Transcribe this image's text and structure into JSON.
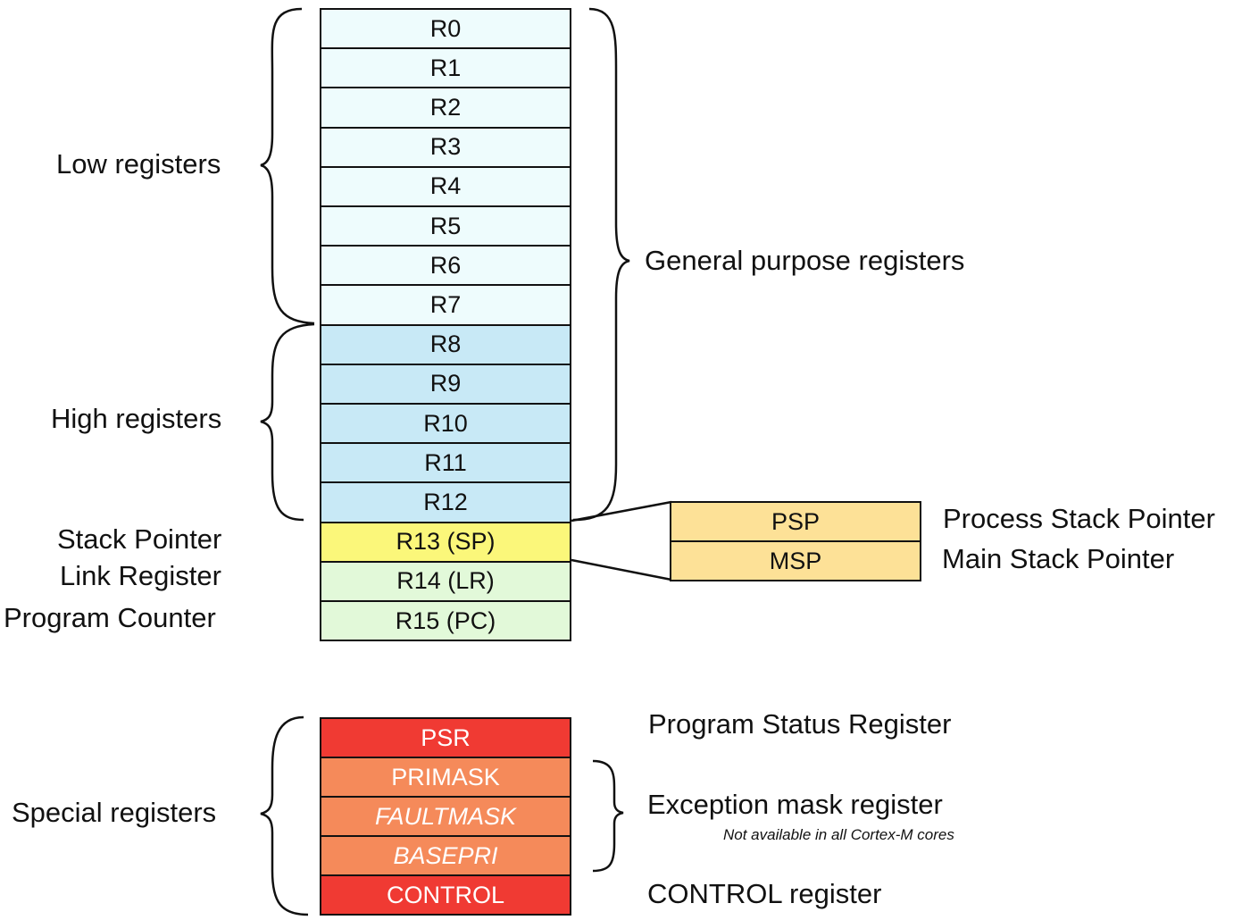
{
  "core_registers": [
    {
      "label": "R0",
      "group": "low"
    },
    {
      "label": "R1",
      "group": "low"
    },
    {
      "label": "R2",
      "group": "low"
    },
    {
      "label": "R3",
      "group": "low"
    },
    {
      "label": "R4",
      "group": "low"
    },
    {
      "label": "R5",
      "group": "low"
    },
    {
      "label": "R6",
      "group": "low"
    },
    {
      "label": "R7",
      "group": "low"
    },
    {
      "label": "R8",
      "group": "high"
    },
    {
      "label": "R9",
      "group": "high"
    },
    {
      "label": "R10",
      "group": "high"
    },
    {
      "label": "R11",
      "group": "high"
    },
    {
      "label": "R12",
      "group": "high"
    },
    {
      "label": "R13 (SP)",
      "group": "sp"
    },
    {
      "label": "R14 (LR)",
      "group": "lrpc"
    },
    {
      "label": "R15 (PC)",
      "group": "lrpc"
    }
  ],
  "stack_pointers": [
    {
      "label": "PSP",
      "description": "Process Stack Pointer"
    },
    {
      "label": "MSP",
      "description": "Main Stack Pointer"
    }
  ],
  "special_registers": [
    {
      "label": "PSR",
      "style": "red",
      "italic": false
    },
    {
      "label": "PRIMASK",
      "style": "orange",
      "italic": false
    },
    {
      "label": "FAULTMASK",
      "style": "orange",
      "italic": true
    },
    {
      "label": "BASEPRI",
      "style": "orange",
      "italic": true
    },
    {
      "label": "CONTROL",
      "style": "red",
      "italic": false
    }
  ],
  "left_labels": {
    "low": "Low registers",
    "high": "High registers",
    "sp": "Stack Pointer",
    "lr": "Link Register",
    "pc": "Program Counter",
    "special": "Special registers"
  },
  "right_labels": {
    "general": "General purpose registers",
    "psr": "Program Status Register",
    "exception": "Exception mask register",
    "exception_note": "Not available in all Cortex-M cores",
    "control": "CONTROL register"
  },
  "colors": {
    "low": "#eefcfd",
    "high": "#c8e9f6",
    "sp": "#fbf77a",
    "lrpc": "#e2f9d9",
    "stack_pointer_box": "#fde197",
    "special_red": "#f03a33",
    "special_orange": "#f58a5a"
  }
}
